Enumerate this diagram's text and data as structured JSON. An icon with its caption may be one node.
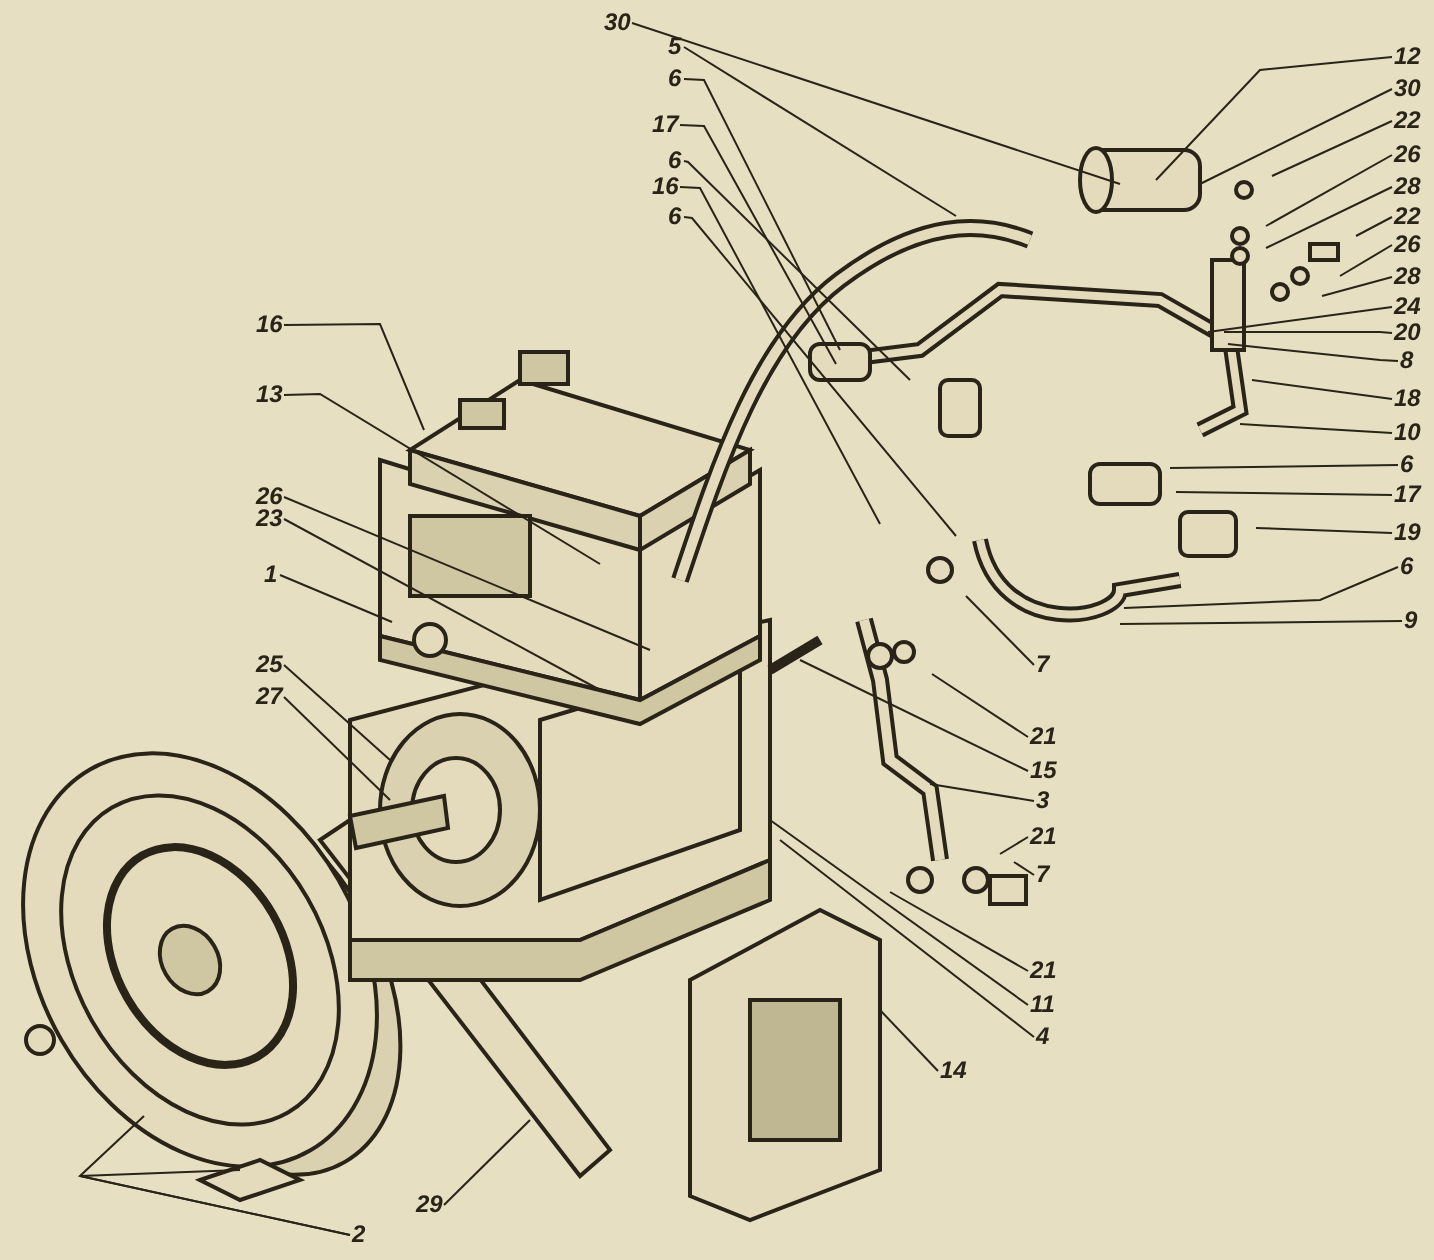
{
  "diagram": {
    "nodes": [
      {
        "text": [
          "30"
        ]
      },
      {
        "text": [
          "5"
        ]
      },
      {
        "text": [
          "6"
        ]
      },
      {
        "text": [
          "17"
        ]
      },
      {
        "text": [
          "6"
        ]
      },
      {
        "text": [
          "16"
        ]
      },
      {
        "text": [
          "6"
        ]
      },
      {
        "text": [
          "12"
        ]
      },
      {
        "text": [
          "30"
        ]
      },
      {
        "text": [
          "22"
        ]
      },
      {
        "text": [
          "26"
        ]
      },
      {
        "text": [
          "28"
        ]
      },
      {
        "text": [
          "22"
        ]
      },
      {
        "text": [
          "26"
        ]
      },
      {
        "text": [
          "28"
        ]
      },
      {
        "text": [
          "24"
        ]
      },
      {
        "text": [
          "20"
        ]
      },
      {
        "text": [
          "8"
        ]
      },
      {
        "text": [
          "18"
        ]
      },
      {
        "text": [
          "10"
        ]
      },
      {
        "text": [
          "6"
        ]
      },
      {
        "text": [
          "17"
        ]
      },
      {
        "text": [
          "19"
        ]
      },
      {
        "text": [
          "6"
        ]
      },
      {
        "text": [
          "9"
        ]
      },
      {
        "text": [
          "16"
        ]
      },
      {
        "text": [
          "13"
        ]
      },
      {
        "text": [
          "26"
        ]
      },
      {
        "text": [
          "23"
        ]
      },
      {
        "text": [
          "1"
        ]
      },
      {
        "text": [
          "25"
        ]
      },
      {
        "text": [
          "27"
        ]
      },
      {
        "text": [
          "7"
        ]
      },
      {
        "text": [
          "21"
        ]
      },
      {
        "text": [
          "15"
        ]
      },
      {
        "text": [
          "3"
        ]
      },
      {
        "text": [
          "21"
        ]
      },
      {
        "text": [
          "7"
        ]
      },
      {
        "text": [
          "21"
        ]
      },
      {
        "text": [
          "11"
        ]
      },
      {
        "text": [
          "4"
        ]
      },
      {
        "text": [
          "14"
        ]
      },
      {
        "text": [
          "29"
        ]
      },
      {
        "text": [
          "2"
        ]
      }
    ],
    "edges": [
      {
        "from": 0,
        "to": null,
        "arrow": "none"
      },
      {
        "from": 1,
        "to": null,
        "arrow": "none"
      },
      {
        "from": 2,
        "to": null,
        "arrow": "none"
      },
      {
        "from": 3,
        "to": null,
        "arrow": "none"
      },
      {
        "from": 4,
        "to": null,
        "arrow": "none"
      },
      {
        "from": 5,
        "to": null,
        "arrow": "none"
      },
      {
        "from": 6,
        "to": null,
        "arrow": "none"
      },
      {
        "from": 7,
        "to": null,
        "arrow": "none"
      },
      {
        "from": 8,
        "to": null,
        "arrow": "none"
      },
      {
        "from": 9,
        "to": null,
        "arrow": "none"
      },
      {
        "from": 10,
        "to": null,
        "arrow": "none"
      },
      {
        "from": 11,
        "to": null,
        "arrow": "none"
      },
      {
        "from": 12,
        "to": null,
        "arrow": "none"
      },
      {
        "from": 13,
        "to": null,
        "arrow": "none"
      },
      {
        "from": 14,
        "to": null,
        "arrow": "none"
      },
      {
        "from": 15,
        "to": null,
        "arrow": "none"
      },
      {
        "from": 16,
        "to": null,
        "arrow": "none"
      },
      {
        "from": 17,
        "to": null,
        "arrow": "none"
      },
      {
        "from": 18,
        "to": null,
        "arrow": "none"
      },
      {
        "from": 19,
        "to": null,
        "arrow": "none"
      },
      {
        "from": 20,
        "to": null,
        "arrow": "none"
      },
      {
        "from": 21,
        "to": null,
        "arrow": "none"
      },
      {
        "from": 22,
        "to": null,
        "arrow": "none"
      },
      {
        "from": 23,
        "to": null,
        "arrow": "none"
      },
      {
        "from": 24,
        "to": null,
        "arrow": "none"
      },
      {
        "from": 25,
        "to": null,
        "arrow": "none"
      },
      {
        "from": 26,
        "to": null,
        "arrow": "none"
      },
      {
        "from": 27,
        "to": null,
        "arrow": "none"
      },
      {
        "from": 28,
        "to": null,
        "arrow": "none"
      },
      {
        "from": 29,
        "to": null,
        "arrow": "none"
      },
      {
        "from": 30,
        "to": null,
        "arrow": "none"
      },
      {
        "from": 31,
        "to": null,
        "arrow": "none"
      },
      {
        "from": 32,
        "to": null,
        "arrow": "none"
      },
      {
        "from": 33,
        "to": null,
        "arrow": "none"
      },
      {
        "from": 34,
        "to": null,
        "arrow": "none"
      },
      {
        "from": 35,
        "to": null,
        "arrow": "none"
      },
      {
        "from": 36,
        "to": null,
        "arrow": "none"
      },
      {
        "from": 37,
        "to": null,
        "arrow": "none"
      },
      {
        "from": 38,
        "to": null,
        "arrow": "none"
      },
      {
        "from": 39,
        "to": null,
        "arrow": "none"
      },
      {
        "from": 40,
        "to": null,
        "arrow": "none"
      },
      {
        "from": 41,
        "to": null,
        "arrow": "none"
      },
      {
        "from": 42,
        "to": null,
        "arrow": "none"
      },
      {
        "from": 43,
        "to": null,
        "arrow": "none"
      },
      {
        "from": 43,
        "to": null,
        "arrow": "none"
      }
    ]
  }
}
